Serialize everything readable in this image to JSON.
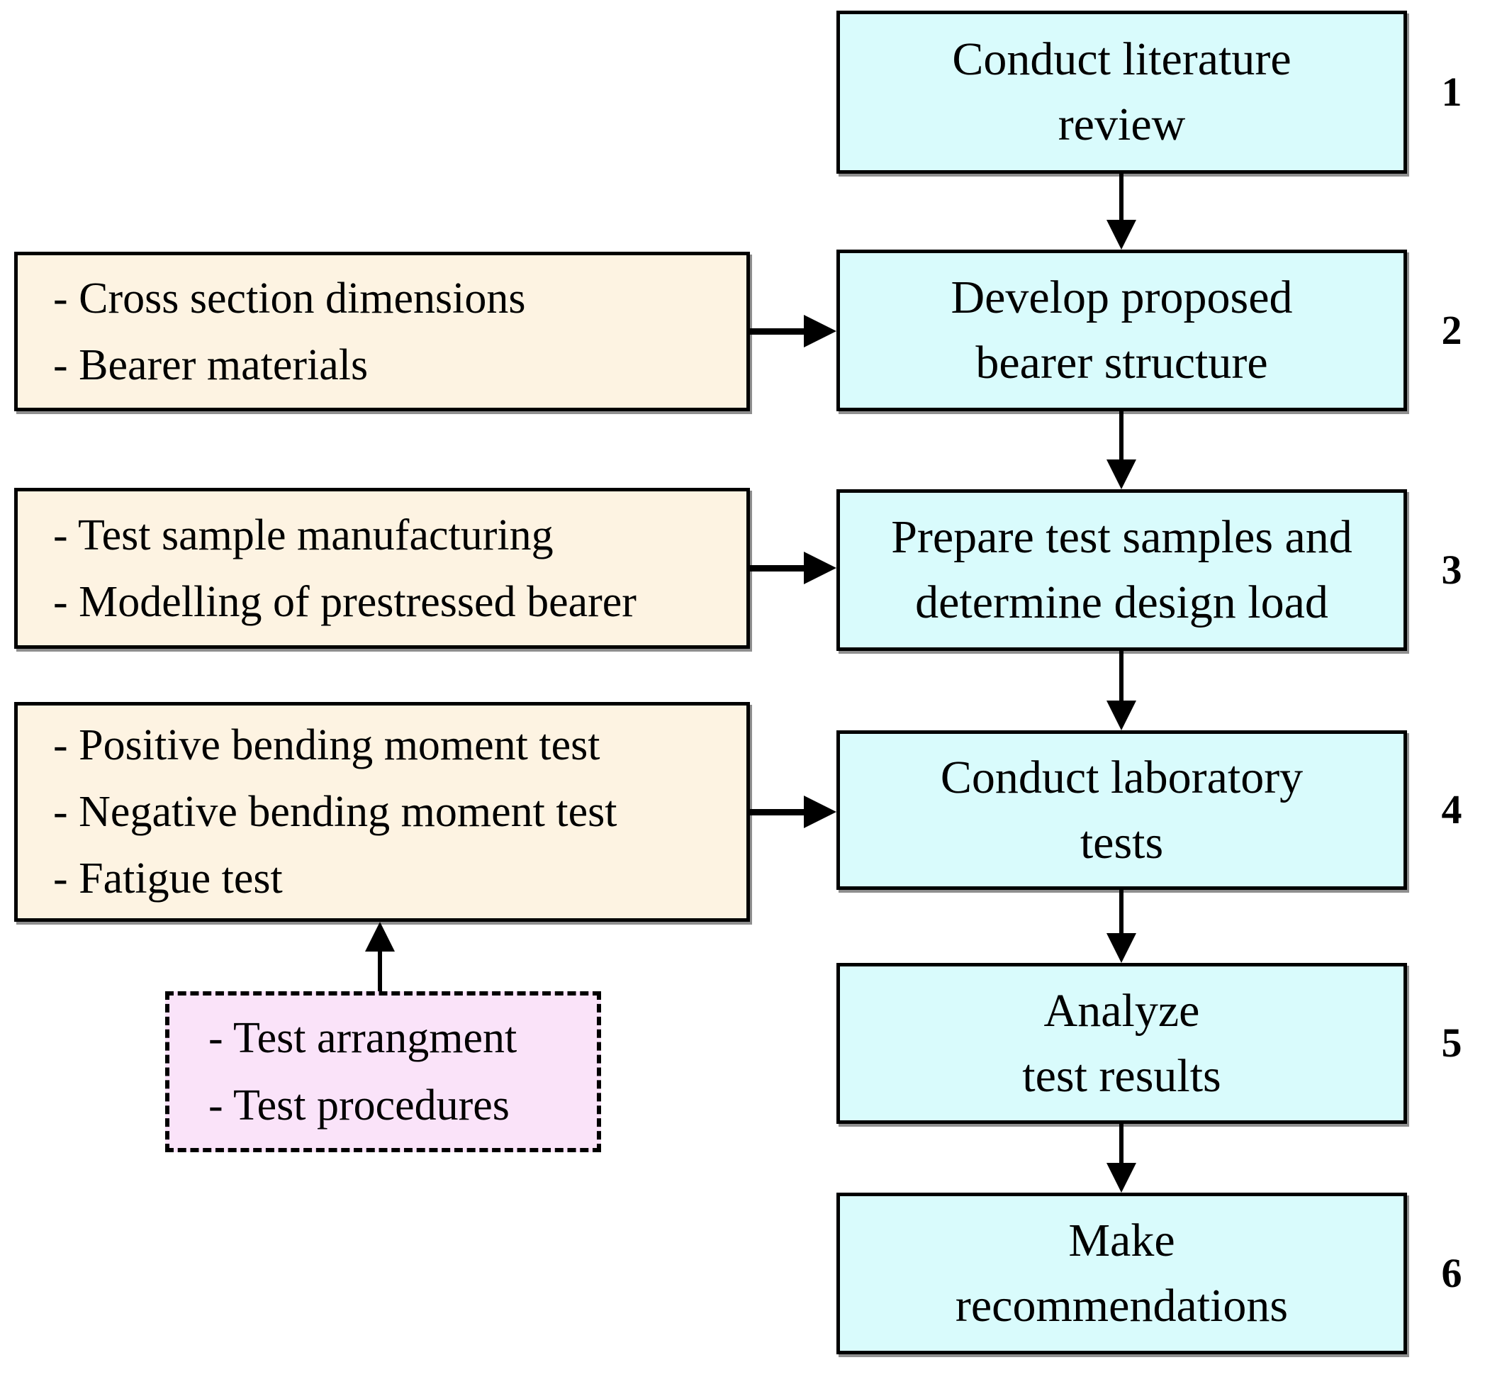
{
  "figure": {
    "type": "flowchart",
    "steps": [
      {
        "number": "1",
        "lines": [
          "Conduct literature",
          "review"
        ]
      },
      {
        "number": "2",
        "lines": [
          "Develop proposed",
          "bearer structure"
        ]
      },
      {
        "number": "3",
        "lines": [
          "Prepare test samples and",
          "determine design load"
        ]
      },
      {
        "number": "4",
        "lines": [
          "Conduct laboratory",
          "tests"
        ]
      },
      {
        "number": "5",
        "lines": [
          "Analyze",
          "test results"
        ]
      },
      {
        "number": "6",
        "lines": [
          "Make",
          "recommendations"
        ]
      }
    ],
    "inputs": [
      {
        "items": [
          "- Cross section dimensions",
          "- Bearer materials"
        ],
        "arrow_target_step": "2"
      },
      {
        "items": [
          "- Test sample manufacturing",
          "- Modelling of prestressed bearer"
        ],
        "arrow_target_step": "3"
      },
      {
        "items": [
          "- Positive bending moment test",
          "- Negative bending moment test",
          "- Fatigue test"
        ],
        "arrow_target_step": "4"
      }
    ],
    "dashed_note": {
      "items": [
        "- Test arrangment",
        "- Test procedures"
      ],
      "arrow_target": "input-box-3"
    },
    "colors": {
      "step_fill": "#d9fbfc",
      "input_fill": "#fdf3e2",
      "note_fill": "#fae3f9",
      "border": "#000000",
      "shadow": "#8f8f8f"
    }
  }
}
